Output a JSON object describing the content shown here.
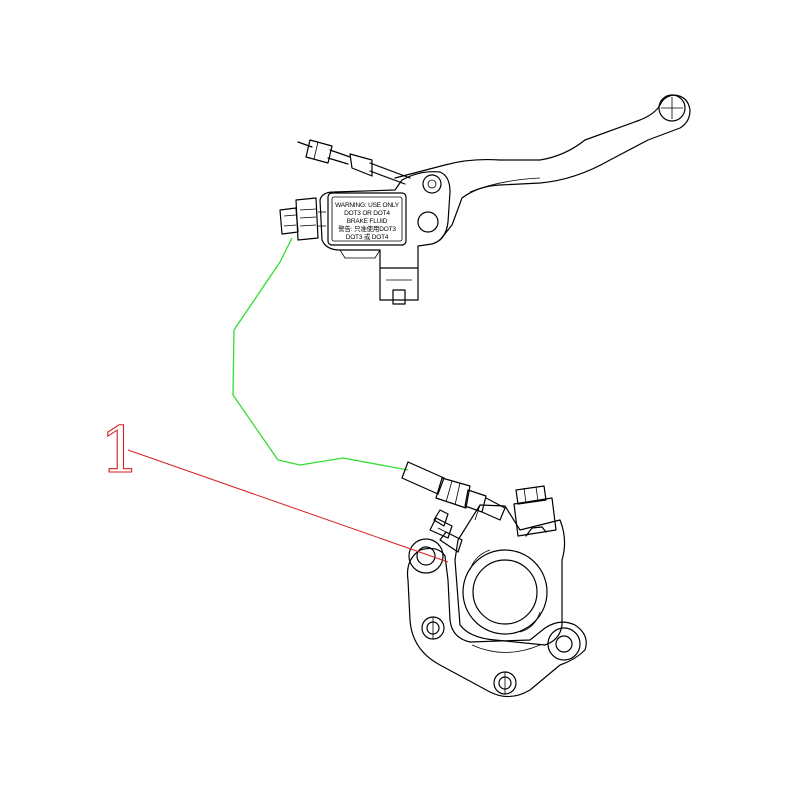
{
  "callout": {
    "number": "1",
    "color": "#d62020"
  },
  "hose": {
    "color": "#33dd33"
  },
  "reservoir_label": {
    "line1": "WARNING:  USE ONLY",
    "line2": "DOT3 OR DOT4",
    "line3": "BRAKE FLUID",
    "line4": "警告: 只准使用DOT3",
    "line5": "DOT3 或 DOT4"
  }
}
